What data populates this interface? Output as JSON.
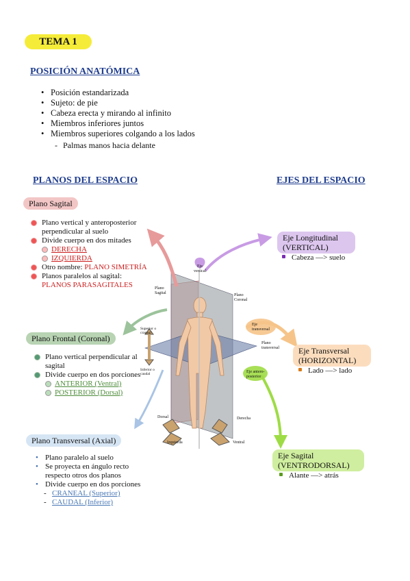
{
  "tema": "TEMA 1",
  "posicion": {
    "title": "POSICIÓN ANATÓMICA",
    "items": [
      "Posición estandarizada",
      "Sujeto: de pie",
      "Cabeza erecta y mirando al infinito",
      "Miembros inferiores juntos",
      "Miembros superiores colgando a los lados"
    ],
    "sub": "Palmas manos hacia delante"
  },
  "planos_title": "PLANOS DEL ESPACIO",
  "ejes_title": "EJES DEL ESPACIO",
  "sagital": {
    "label": "Plano Sagital",
    "i1": "Plano vertical y anteroposterior perpendicular al suelo",
    "i2": "Divide cuerpo en dos mitades",
    "s1": "DERECHA",
    "s2": "IZQUIERDA",
    "i3a": "Otro nombre: ",
    "i3b": "PLANO SIMETRÍA",
    "i4a": "Planos paralelos al sagital: ",
    "i4b": "PLANOS PARASAGITALES"
  },
  "frontal": {
    "label": "Plano Frontal (Coronal)",
    "i1": "Plano vertical perpendicular al sagital",
    "i2": "Divide cuerpo en dos porciones",
    "s1": "ANTERIOR (Ventral)",
    "s2": "POSTERIOR (Dorsal)"
  },
  "transversal": {
    "label": "Plano Transversal (Axial)",
    "i1": "Plano paralelo al suelo",
    "i2": "Se proyecta en ángulo recto respecto otros dos planos",
    "i3": "Divide cuerpo en dos porciones",
    "s1": "CRANEAL (Superior)",
    "s2": "CAUDAL (Inferior)"
  },
  "eje_long": {
    "l1": "Eje Longitudinal",
    "l2": "(VERTICAL)",
    "item": "Cabeza —> suelo"
  },
  "eje_trans": {
    "l1": "Eje Transversal",
    "l2": "(HORIZONTAL)",
    "item": "Lado —> lado"
  },
  "eje_sag": {
    "l1": "Eje Sagital",
    "l2": "(VENTRODORSAL)",
    "item": "Alante —> atrás"
  },
  "fig": {
    "eje_vertical": "Eje vertical",
    "plano_sagital": "Plano Sagital",
    "plano_coronal": "Plano Coronal",
    "eje_transversal": "Eje transversal",
    "plano_transversal": "Plano transversal",
    "eje_anteroposterior": "Eje antero-posterior",
    "superior": "Superior o craneal",
    "inferior": "Inferior o caudal",
    "dorsal": "Dorsal",
    "derecha": "Derecha",
    "izquierda": "Izquierda",
    "ventral": "Ventral"
  }
}
